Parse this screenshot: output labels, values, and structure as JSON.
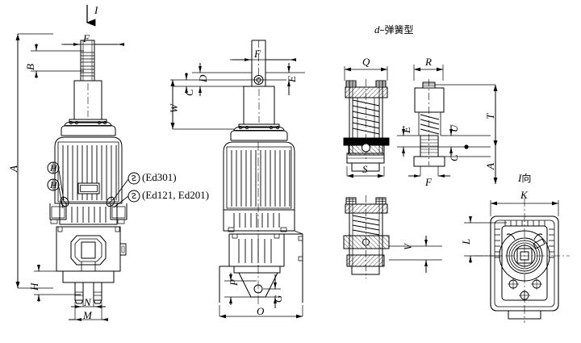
{
  "drawing": {
    "title_main": "d-弹簧型",
    "title_main_italic_part": "d",
    "title_main_cjk_part": "弹簧型",
    "view_label_top": "I向",
    "view_arrow_label": "I",
    "background_color": "#ffffff",
    "line_color": "#000000"
  },
  "notes": [
    {
      "id": "note-ed301",
      "balloon": "S",
      "text": "(Ed301)"
    },
    {
      "id": "note-ed121-ed201",
      "balloon": "S",
      "text": "(Ed121, Ed201)"
    }
  ],
  "balloons": [
    {
      "id": "balloon-h-upper",
      "text": "H"
    },
    {
      "id": "balloon-h-lower",
      "text": "H"
    },
    {
      "id": "balloon-s-upper",
      "text": "S"
    },
    {
      "id": "balloon-s-lower",
      "text": "S"
    }
  ],
  "dimensions": {
    "front_view": [
      {
        "id": "dim-A",
        "label": "A",
        "orientation": "vertical"
      },
      {
        "id": "dim-B",
        "label": "B",
        "orientation": "vertical"
      },
      {
        "id": "dim-F-front",
        "label": "F",
        "orientation": "horizontal"
      },
      {
        "id": "dim-H",
        "label": "H",
        "orientation": "vertical"
      },
      {
        "id": "dim-N",
        "label": "N",
        "orientation": "horizontal"
      },
      {
        "id": "dim-M",
        "label": "M",
        "orientation": "horizontal"
      }
    ],
    "side_view": [
      {
        "id": "dim-W",
        "label": "W",
        "orientation": "vertical"
      },
      {
        "id": "dim-C-side",
        "label": "C",
        "orientation": "vertical"
      },
      {
        "id": "dim-D",
        "label": "D",
        "orientation": "vertical"
      },
      {
        "id": "dim-E-side",
        "label": "E",
        "orientation": "vertical"
      },
      {
        "id": "dim-F-side",
        "label": "F",
        "orientation": "horizontal"
      },
      {
        "id": "dim-P",
        "label": "P",
        "orientation": "vertical"
      },
      {
        "id": "dim-G",
        "label": "G",
        "orientation": "vertical"
      },
      {
        "id": "dim-O",
        "label": "O",
        "orientation": "horizontal"
      }
    ],
    "spring_detail_left": [
      {
        "id": "dim-Q",
        "label": "Q",
        "orientation": "horizontal"
      },
      {
        "id": "dim-S-spring",
        "label": "S",
        "orientation": "horizontal"
      }
    ],
    "spring_detail_right": [
      {
        "id": "dim-R",
        "label": "R",
        "orientation": "horizontal"
      },
      {
        "id": "dim-E-spring",
        "label": "E",
        "orientation": "vertical"
      },
      {
        "id": "dim-U",
        "label": "U",
        "orientation": "vertical"
      },
      {
        "id": "dim-C-spring",
        "label": "C",
        "orientation": "vertical"
      },
      {
        "id": "dim-F-spring",
        "label": "F",
        "orientation": "horizontal"
      },
      {
        "id": "dim-T",
        "label": "T",
        "orientation": "vertical"
      },
      {
        "id": "dim-A-spring",
        "label": "A",
        "orientation": "vertical"
      }
    ],
    "spring_detail_lower": [
      {
        "id": "dim-V",
        "label": "V",
        "orientation": "vertical"
      }
    ],
    "top_view": [
      {
        "id": "dim-K",
        "label": "K",
        "orientation": "horizontal"
      },
      {
        "id": "dim-L",
        "label": "L",
        "orientation": "vertical"
      }
    ]
  }
}
